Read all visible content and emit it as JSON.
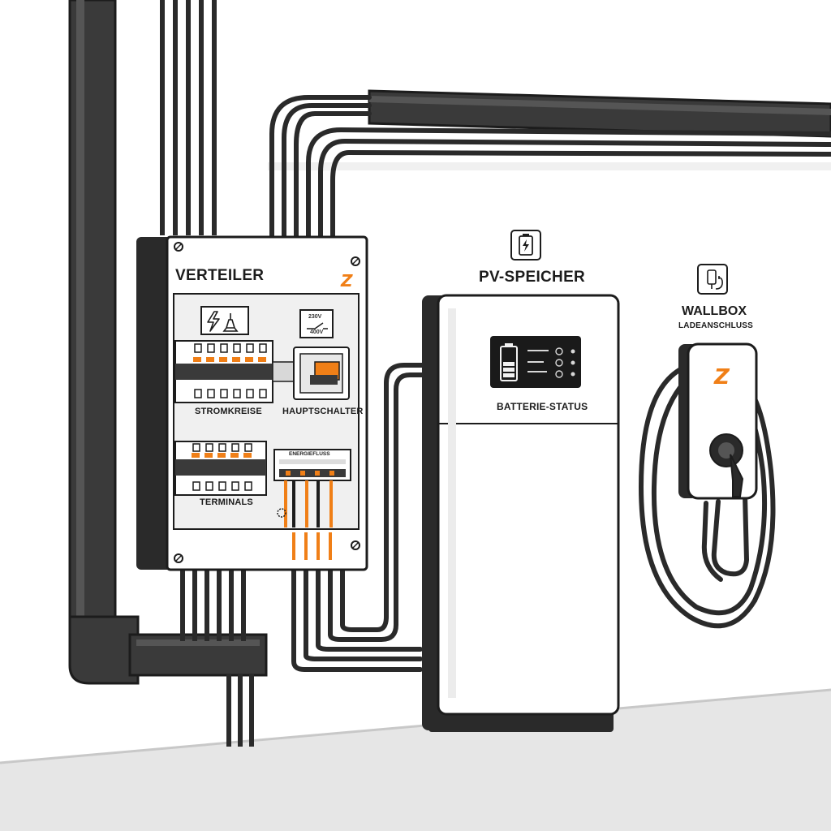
{
  "distribution_board": {
    "title": "VERTEILER",
    "brand_logo": "Z",
    "circuits_label": "STROMKREISE",
    "main_switch_label": "HAUPTSCHALTER",
    "terminals_label": "TERMINALS",
    "energy_meter_label": "ENERGIEFLUSS",
    "main_switch_rating_top": "230V",
    "main_switch_rating_bottom": "400V",
    "icon_names": [
      "lightning-icon",
      "lamp-icon",
      "switch-icon",
      "settings-icon"
    ]
  },
  "pv_storage": {
    "title": "PV-SPEICHER",
    "icon": "battery-icon",
    "status_label": "BATTERIE-STATUS"
  },
  "wallbox": {
    "title": "WALLBOX",
    "subtitle": "LADEANSCHLUSS",
    "icon": "charging-plug-icon",
    "brand_logo": "Z"
  },
  "colors": {
    "accent": "#f07f17",
    "conduit": "#3a3a3a",
    "outline": "#1c1c1c",
    "floor": "#e6e6e6"
  }
}
